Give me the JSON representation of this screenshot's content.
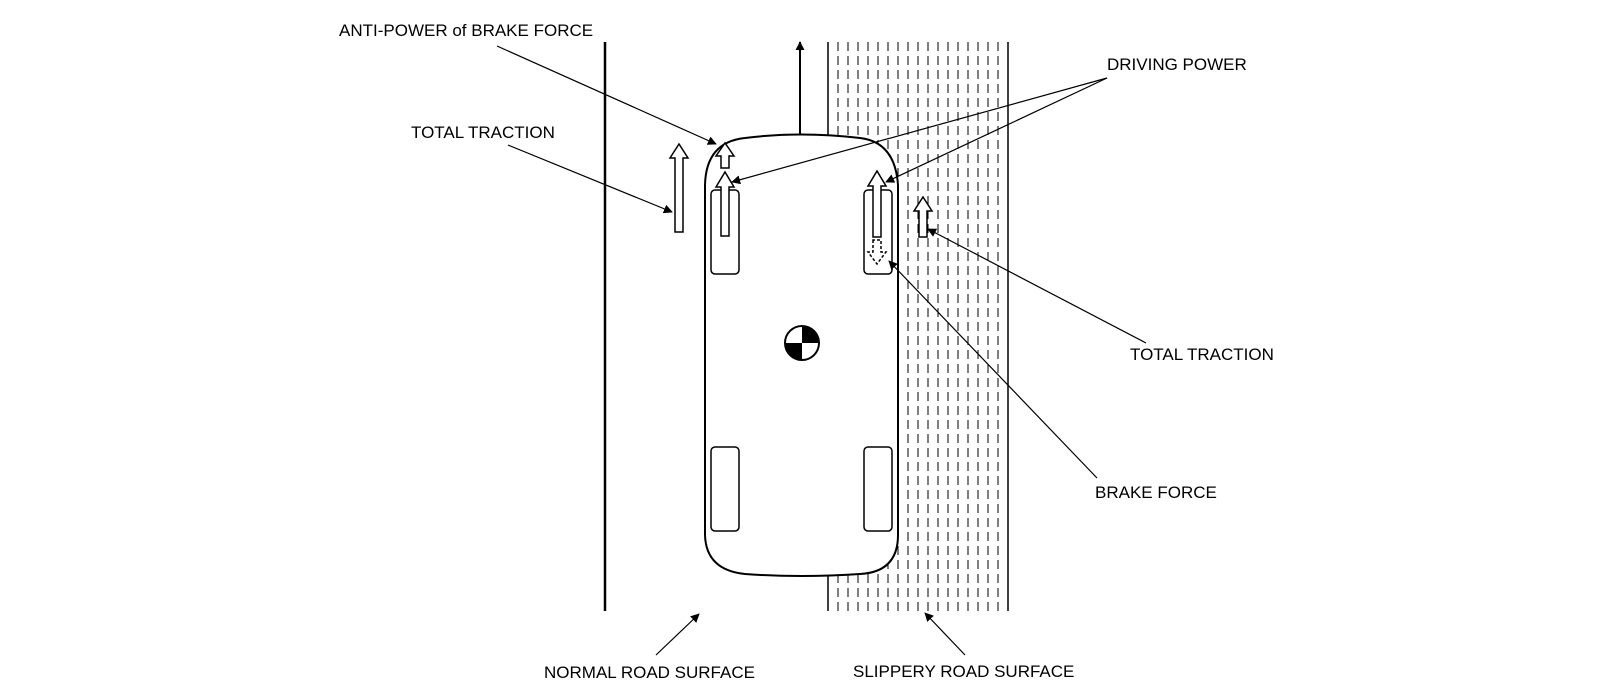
{
  "labels": {
    "anti_power_brake_force": "ANTI-POWER of BRAKE FORCE",
    "total_traction_left": "TOTAL TRACTION",
    "driving_power": "DRIVING POWER",
    "total_traction_right": "TOTAL TRACTION",
    "brake_force": "BRAKE FORCE",
    "normal_road_surface": "NORMAL ROAD SURFACE",
    "slippery_road_surface": "SLIPPERY ROAD SURFACE"
  },
  "colors": {
    "ink": "#000000",
    "background": "#ffffff"
  }
}
